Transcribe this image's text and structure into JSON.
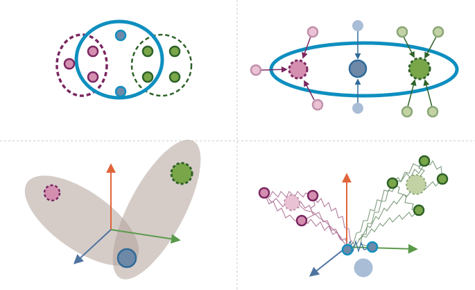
{
  "colors": {
    "blue": "#0e8fbf",
    "blue_node": "#6e89a8",
    "blue_node_stroke": "#2f6a99",
    "blue_light": "#a9bdd6",
    "magenta": "#7a2660",
    "magenta_fill": "#d48fb0",
    "magenta_light_fill": "#e9c2d3",
    "magenta_light_stroke": "#c090ab",
    "green": "#2d6128",
    "green_fill": "#7aa64a",
    "green_light_fill": "#c3d2a5",
    "green_light_stroke": "#8aa676",
    "axis_up": "#e0643a",
    "axis_right": "#5a9a4b",
    "axis_left": "#4f73a0",
    "ellipse_gray": "#b3a29a",
    "divider": "#c8c8c8"
  },
  "panels": [
    {
      "name": "panel-top-left",
      "content": "overlapping-circle-clusters"
    },
    {
      "name": "panel-top-right",
      "content": "cluster-centroids-in-ellipse"
    },
    {
      "name": "panel-bottom-left",
      "content": "embedding-axes-with-ellipses"
    },
    {
      "name": "panel-bottom-right",
      "content": "spring-connected-embedding"
    }
  ]
}
